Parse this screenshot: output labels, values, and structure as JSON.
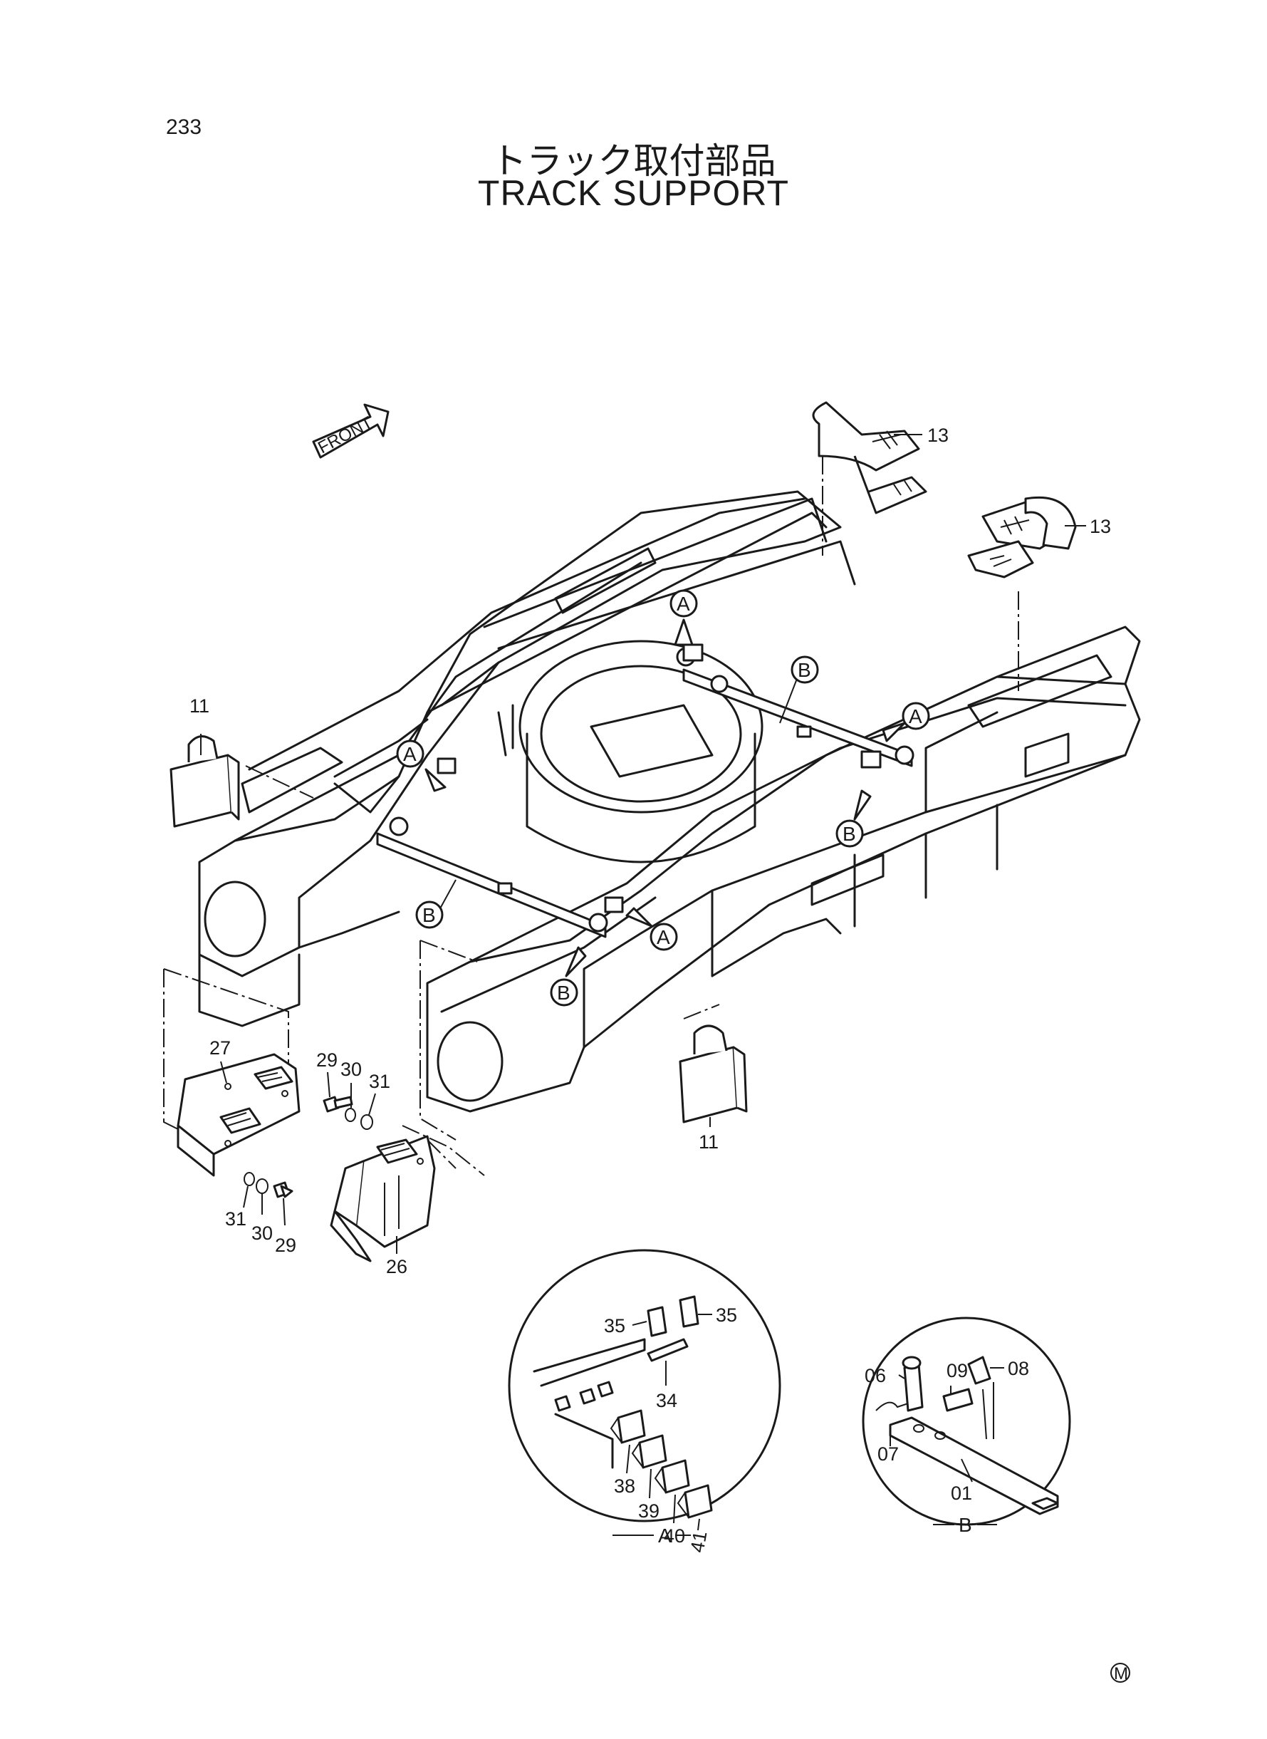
{
  "page_number": "233",
  "title_jp": "トラック取付部品",
  "title_en": "TRACK SUPPORT",
  "front_label": "FRONT",
  "view_callouts": {
    "a": "A",
    "b": "B"
  },
  "detail_labels": {
    "a": "A",
    "b": "B"
  },
  "parts": {
    "p01": "01",
    "p06": "06",
    "p07": "07",
    "p08": "08",
    "p09": "09",
    "p11": "11",
    "p13": "13",
    "p26": "26",
    "p27": "27",
    "p29": "29",
    "p30": "30",
    "p31": "31",
    "p34": "34",
    "p35": "35",
    "p38": "38",
    "p39": "39",
    "p40": "40",
    "p41": "41"
  },
  "mark": "M"
}
